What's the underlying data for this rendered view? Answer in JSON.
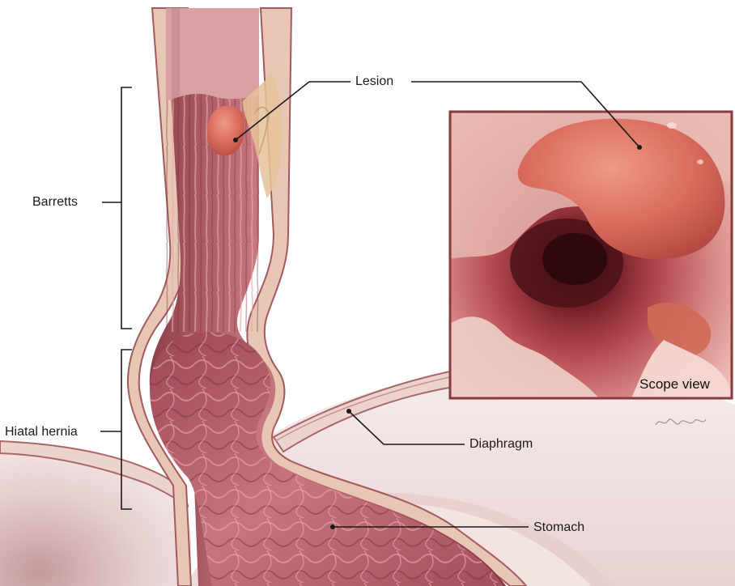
{
  "labels": {
    "lesion": "Lesion",
    "barretts": "Barretts",
    "hiatal_hernia": "Hiatal hernia",
    "diaphragm": "Diaphragm",
    "stomach": "Stomach",
    "scope_view": "Scope view"
  },
  "colors": {
    "tissue_wall": "#e8c6b4",
    "tissue_muscle": "#b8666e",
    "tissue_inner": "#9e4a55",
    "stomach_fill": "#c46a73",
    "diaphragm": "#ecd4cc",
    "background_cavity": "#f0e2e2",
    "scope_border": "#8a3a3e",
    "leader_line": "#1a1a1a"
  }
}
